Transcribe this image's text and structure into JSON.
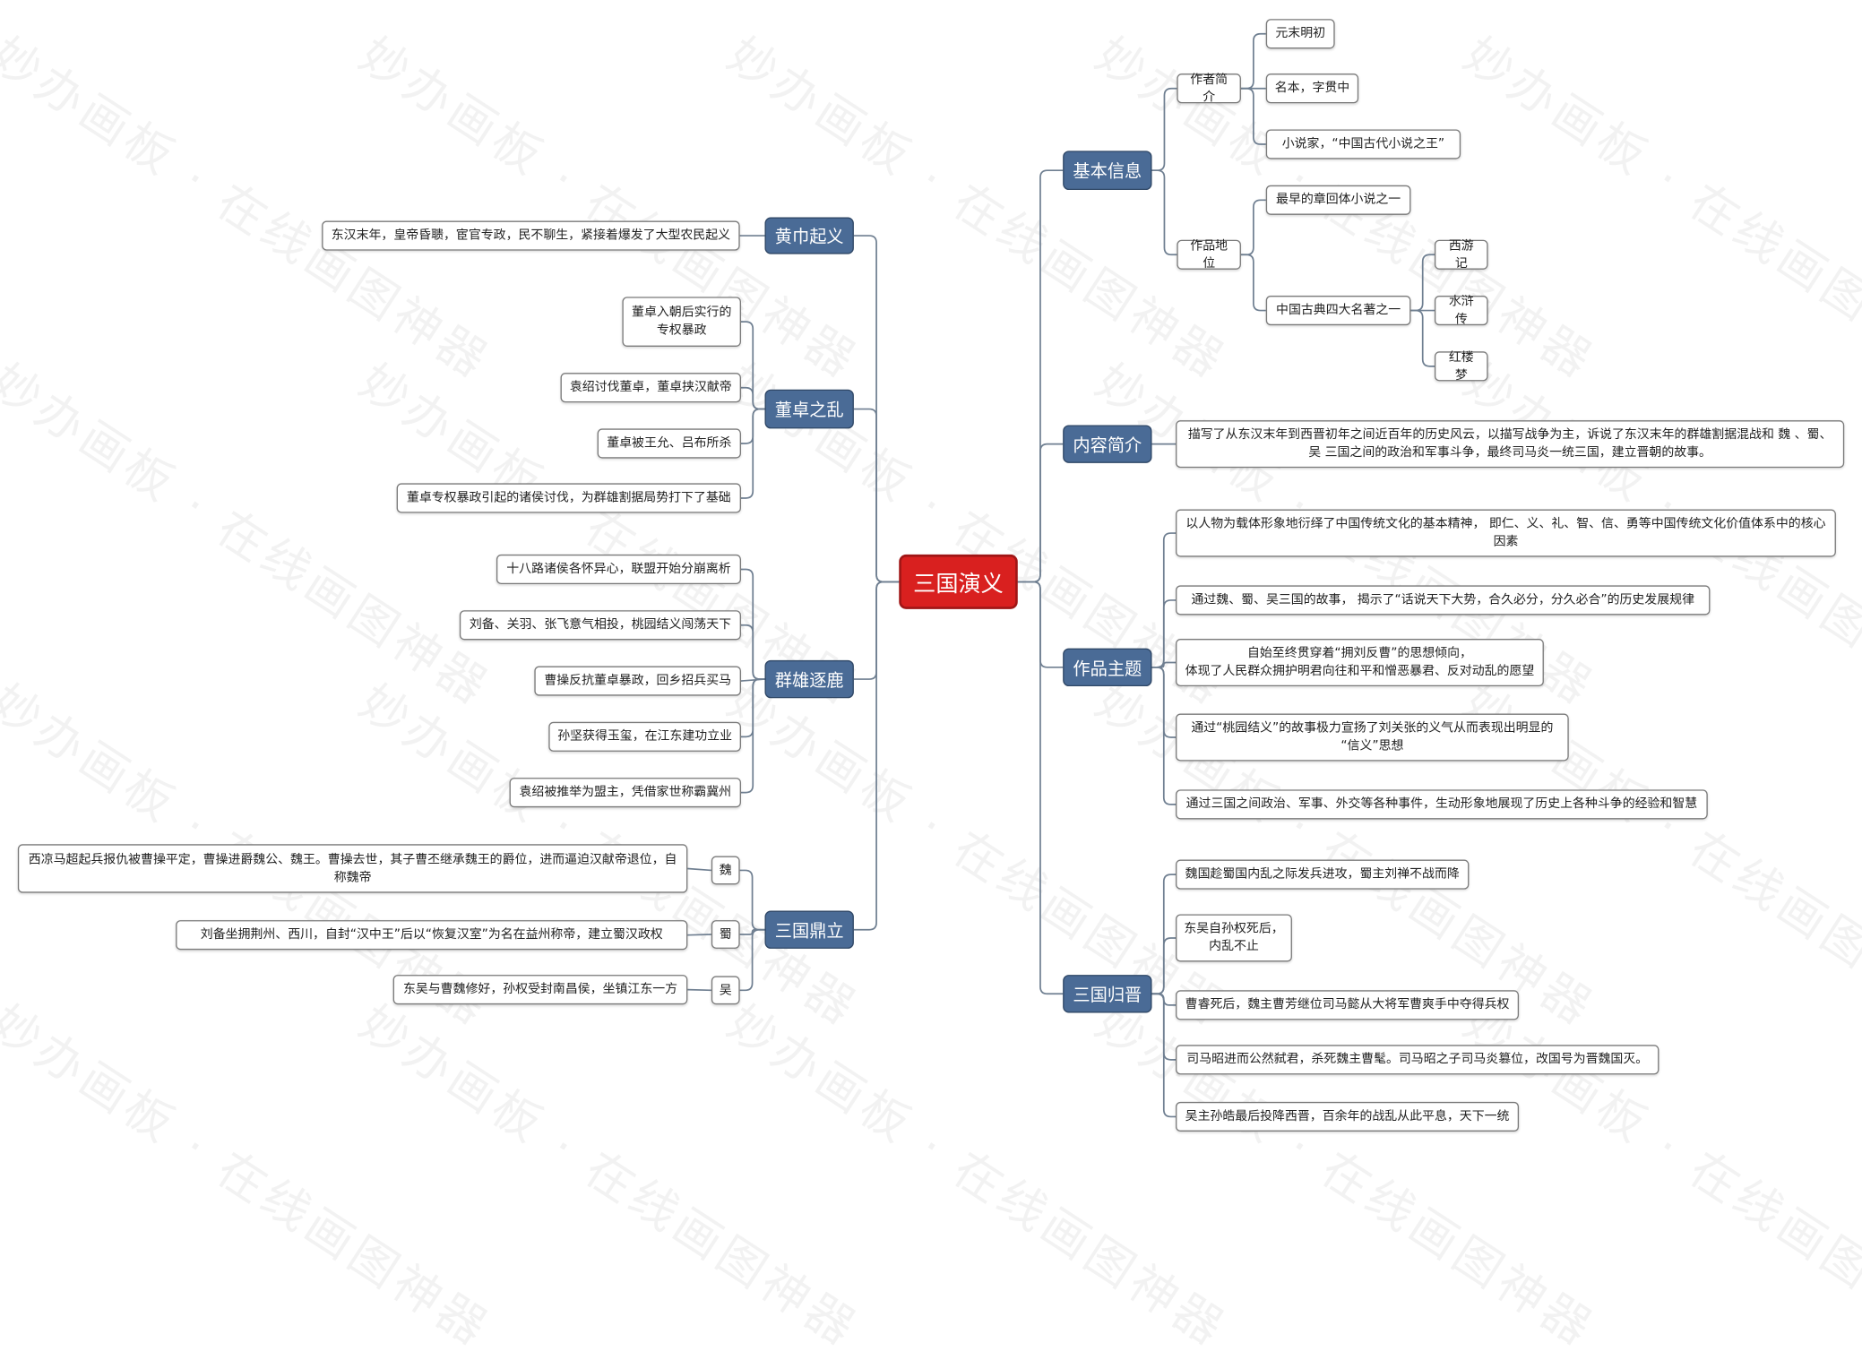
{
  "root": "三国演义",
  "watermark": "妙办画板 · 在线画图神器",
  "left": [
    {
      "label": "黄巾起义",
      "items": [
        {
          "text": "东汉末年，皇帝昏聩，宦官专政，民不聊生，紧接着爆发了大型农民起义"
        }
      ]
    },
    {
      "label": "董卓之乱",
      "items": [
        {
          "text": "董卓入朝后实行的\n专权暴政"
        },
        {
          "text": "袁绍讨伐董卓，董卓挟汉献帝"
        },
        {
          "text": "董卓被王允、吕布所杀"
        },
        {
          "text": "董卓专权暴政引起的诸侯讨伐，为群雄割据局势打下了基础"
        }
      ]
    },
    {
      "label": "群雄逐鹿",
      "items": [
        {
          "text": "十八路诸侯各怀异心，联盟开始分崩离析"
        },
        {
          "text": "刘备、关羽、张飞意气相投，桃园结义闯荡天下"
        },
        {
          "text": "曹操反抗董卓暴政，回乡招兵买马"
        },
        {
          "text": "孙坚获得玉玺，在江东建功立业"
        },
        {
          "text": "袁绍被推举为盟主，凭借家世称霸冀州"
        }
      ]
    },
    {
      "label": "三国鼎立",
      "items": [
        {
          "label": "魏",
          "items": [
            {
              "text": "西凉马超起兵报仇被曹操平定，曹操进爵魏公、魏王。曹操去世，其子曹丕继承魏王的爵位，进而逼迫汉献帝退位，自\n称魏帝"
            }
          ]
        },
        {
          "label": "蜀",
          "items": [
            {
              "text": "刘备坐拥荆州、西川，自封“汉中王”后以“恢复汉室”为名在益州称帝，建立蜀汉政权"
            }
          ]
        },
        {
          "label": "吴",
          "items": [
            {
              "text": "东吴与曹魏修好，孙权受封南昌侯，坐镇江东一方"
            }
          ]
        }
      ]
    }
  ],
  "right": [
    {
      "label": "基本信息",
      "items": [
        {
          "label": "作者简介",
          "items": [
            {
              "text": "元末明初"
            },
            {
              "text": "名本，字贯中"
            },
            {
              "text": "小说家，“中国古代小说之王”"
            }
          ]
        },
        {
          "label": "作品地位",
          "items": [
            {
              "text": "最早的章回体小说之一"
            },
            {
              "label": "中国古典四大名著之一",
              "items": [
                {
                  "text": "西游记"
                },
                {
                  "text": "水浒传"
                },
                {
                  "text": "红楼梦"
                }
              ]
            }
          ]
        }
      ]
    },
    {
      "label": "内容简介",
      "items": [
        {
          "text": "描写了从东汉末年到西晋初年之间近百年的历史风云，以描写战争为主，诉说了东汉末年的群雄割据混战和 魏 、蜀、\n吴 三国之间的政治和军事斗争，最终司马炎一统三国，建立晋朝的故事。"
        }
      ]
    },
    {
      "label": "作品主题",
      "items": [
        {
          "text": "以人物为载体形象地衍绎了中国传统文化的基本精神， 即仁、义、礼、智、信、勇等中国传统文化价值体系中的核心\n因素"
        },
        {
          "text": "通过魏、蜀、吴三国的故事， 揭示了“话说天下大势，合久必分，分久必合”的历史发展规律"
        },
        {
          "text": "自始至终贯穿着“拥刘反曹”的思想倾向，\n体现了人民群众拥护明君向往和平和憎恶暴君、反对动乱的愿望"
        },
        {
          "text": "通过“桃园结义”的故事极力宣扬了刘关张的义气从而表现出明显的\n“信义”思想"
        },
        {
          "text": "通过三国之间政治、军事、外交等各种事件，生动形象地展现了历史上各种斗争的经验和智慧"
        }
      ]
    },
    {
      "label": "三国归晋",
      "items": [
        {
          "text": "魏国趁蜀国内乱之际发兵进攻，蜀主刘禅不战而降"
        },
        {
          "text": "东吴自孙权死后，\n内乱不止"
        },
        {
          "text": "曹睿死后，魏主曹芳继位司马懿从大将军曹爽手中夺得兵权"
        },
        {
          "text": "司马昭进而公然弑君，杀死魏主曹髦。司马昭之子司马炎篡位，改国号为晋魏国灭。"
        },
        {
          "text": "吴主孙皓最后投降西晋，百余年的战乱从此平息，天下一统"
        }
      ]
    }
  ]
}
